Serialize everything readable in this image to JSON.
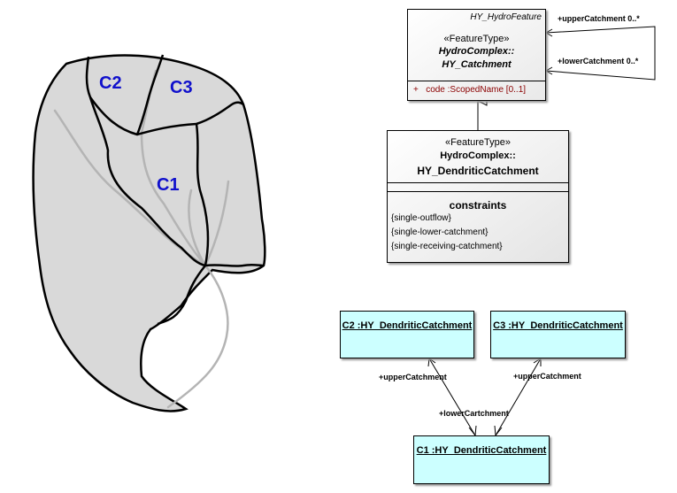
{
  "map": {
    "catchment_labels": [
      "C2",
      "C3",
      "C1"
    ]
  },
  "hy_catchment": {
    "abstract_parent": "HY_HydroFeature",
    "stereotype": "«FeatureType»",
    "package": "HydroComplex::",
    "name": "HY_Catchment",
    "attribute_marker": "+",
    "attribute": "code",
    "attribute_type": ":ScopedName [0..1]",
    "self_assoc_upper": "+upperCatchment 0..*",
    "self_assoc_lower": "+lowerCatchment 0..*"
  },
  "hy_dendritic": {
    "stereotype": "«FeatureType»",
    "package": "HydroComplex::",
    "name": "HY_DendriticCatchment",
    "constraints_heading": "constraints",
    "constraints": [
      "{single-outflow}",
      "{single-lower-catchment}",
      "{single-receiving-catchment}"
    ]
  },
  "instances": {
    "c2": "C2 :HY_DendriticCatchment",
    "c3": "C3 :HY_DendriticCatchment",
    "c1": "C1 :HY_DendriticCatchment"
  },
  "links": {
    "upper_left": "+upperCatchment",
    "upper_right": "+upperCatchment",
    "lower": "+lowerCartchment"
  },
  "colors": {
    "catchment_fill": "#d9d9d9",
    "river": "#b4b4b4",
    "label_blue": "#1010cc",
    "instance_fill": "#ccffff",
    "attribute": "#8b0000"
  }
}
